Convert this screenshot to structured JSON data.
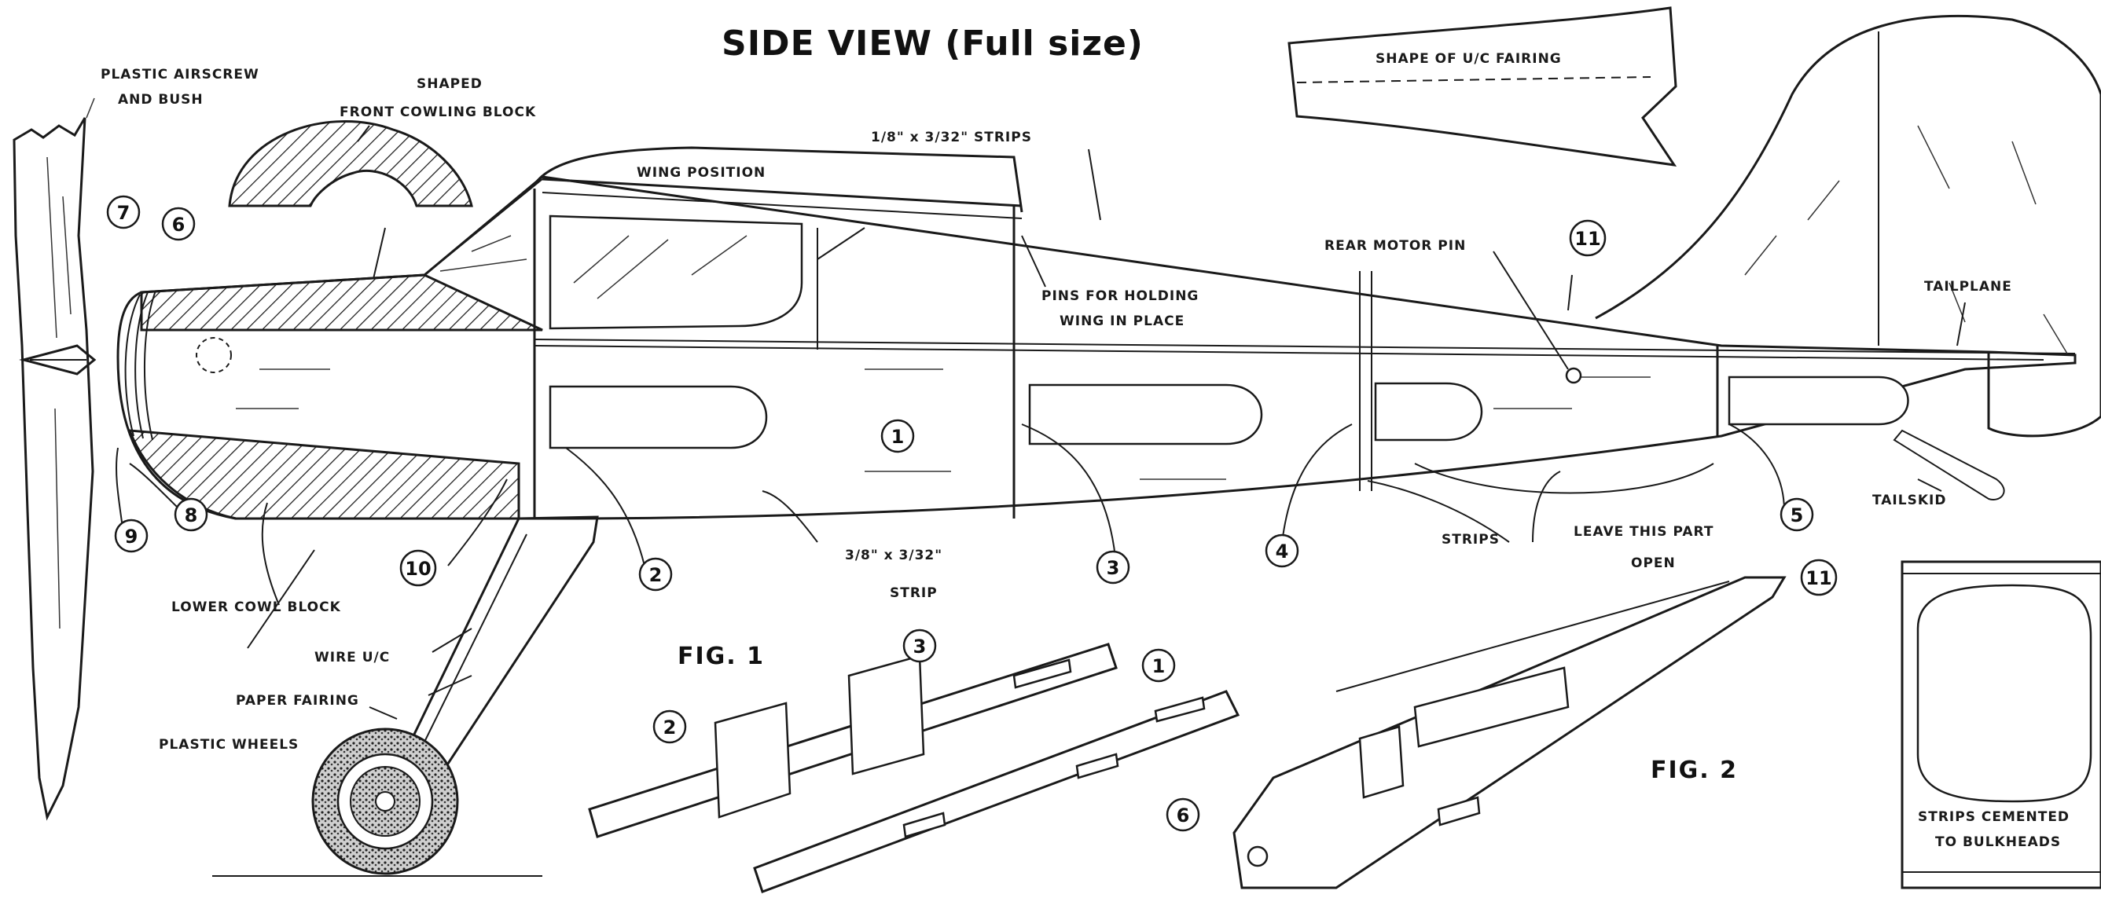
{
  "title": "SIDE VIEW (Full size)",
  "labels": {
    "airscrew_1": "PLASTIC AIRSCREW",
    "airscrew_2": "AND BUSH",
    "shaped": "SHAPED",
    "front_cowling": "FRONT COWLING BLOCK",
    "wing_position": "WING POSITION",
    "strips_dim": "1/8\" x 3/32\"  STRIPS",
    "pins_1": "PINS FOR HOLDING",
    "pins_2": "WING IN PLACE",
    "rear_motor_pin": "REAR MOTOR PIN",
    "tailplane": "TAILPLANE",
    "tailskid": "TAILSKID",
    "uc_fairing": "SHAPE OF U/C FAIRING",
    "lower_cowl": "LOWER COWL BLOCK",
    "strip_dim": "3/8\" x 3/32\"",
    "strip": "STRIP",
    "strips": "STRIPS",
    "leave_1": "LEAVE THIS PART",
    "leave_2": "OPEN",
    "wire_uc": "WIRE U/C",
    "paper_fairing": "PAPER FAIRING",
    "plastic_wheels": "PLASTIC WHEELS",
    "strips_cemented_1": "STRIPS CEMENTED",
    "strips_cemented_2": "TO BULKHEADS",
    "fig1": "FIG. 1",
    "fig2": "FIG. 2"
  },
  "callouts": {
    "c1": "1",
    "c2": "2",
    "c3": "3",
    "c4": "4",
    "c5": "5",
    "c6": "6",
    "c7": "7",
    "c8": "8",
    "c9": "9",
    "c10": "10",
    "c11": "11",
    "f1_1": "1",
    "f1_2": "2",
    "f1_3": "3",
    "f2_6": "6",
    "f2_11": "11"
  }
}
